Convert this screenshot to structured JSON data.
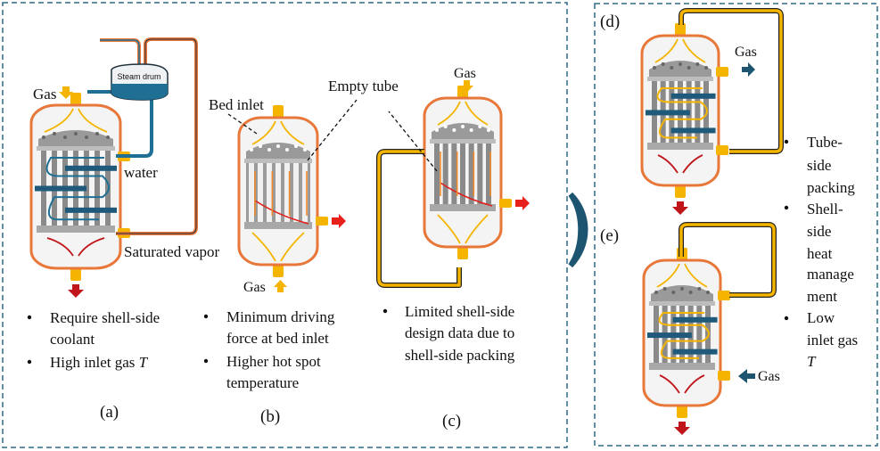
{
  "colors": {
    "shell": "#e8773a",
    "baffle": "#1f5a7a",
    "nozzle": "#f5b400",
    "outlet": "#c0161b",
    "frame": "#2e6a86",
    "tube": "#8a8a8a",
    "water": "#1f6f94"
  },
  "panel_a": {
    "gas_label": "Gas",
    "steam_drum": "Steam drum",
    "water": "water",
    "saturated_vapor": "Saturated vapor",
    "bullets": [
      "Require shell-side",
      "coolant",
      "High inlet gas T"
    ],
    "caption": "(a)"
  },
  "panel_b": {
    "bed_inlet": "Bed inlet",
    "gas_label": "Gas",
    "bullets": [
      "Minimum driving",
      "force at bed inlet",
      "Higher hot spot",
      "temperature"
    ],
    "caption": "(b)"
  },
  "panel_c": {
    "empty_tube": "Empty tube",
    "gas_label": "Gas",
    "bullets": [
      "Limited shell-side",
      "design data due to",
      "shell-side packing"
    ],
    "caption": "(c)"
  },
  "panel_d": {
    "caption": "(d)",
    "gas_label": "Gas"
  },
  "panel_e": {
    "caption": "(e)",
    "gas_label": "Gas"
  },
  "right_bullets": [
    "Tube-",
    "side",
    "packing",
    "Shell-",
    "side",
    "heat",
    "manage",
    "ment",
    "Low",
    "inlet gas",
    "T"
  ]
}
